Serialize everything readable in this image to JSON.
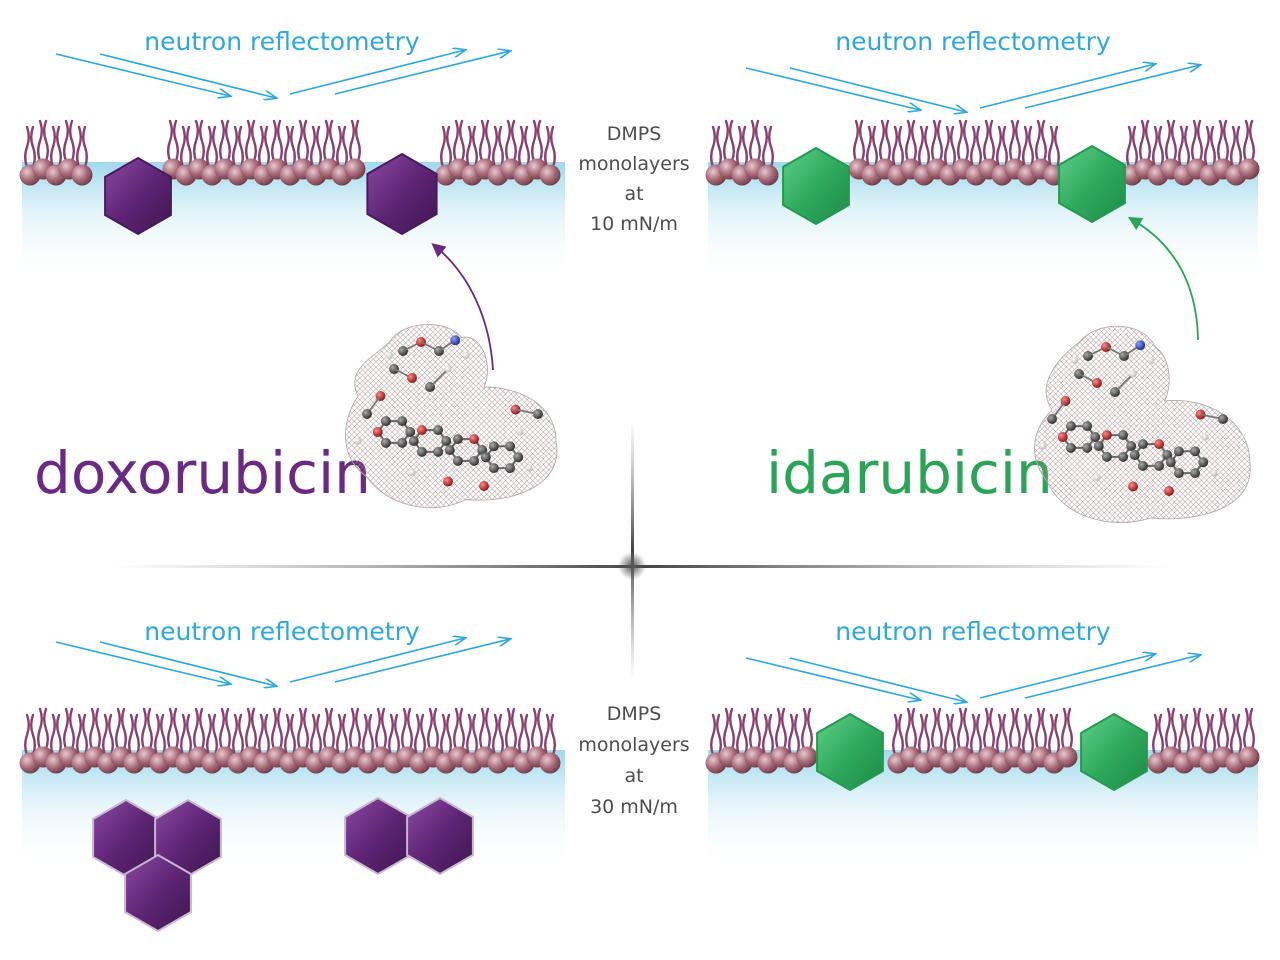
{
  "labels": {
    "neutron_top_left": "neutron reflectometry",
    "neutron_top_right": "neutron reflectometry",
    "neutron_bottom_left": "neutron reflectometry",
    "neutron_bottom_right": "neutron reflectometry",
    "monolayer_top": [
      "DMPS",
      "monolayers",
      "at",
      "10 mN/m"
    ],
    "monolayer_bottom": [
      "DMPS",
      "monolayers",
      "at",
      "30 mN/m"
    ],
    "drug_left": "doxorubicin",
    "drug_right": "idarubicin"
  },
  "colors": {
    "neutron_blue": "#2ea8dc",
    "doxorubicin_purple": "#6a2a83",
    "idarubicin_green": "#2aa557",
    "lipid_head": "#9a5a6a",
    "lipid_tail": "#8a3f6e",
    "subphase": "#bfe6f2",
    "label_gray": "#4d4d4d"
  },
  "icons": [
    "lipid-monolayer",
    "drug-hexagon",
    "molecule-model",
    "insertion-arrow",
    "neutron-beam-arrow"
  ]
}
